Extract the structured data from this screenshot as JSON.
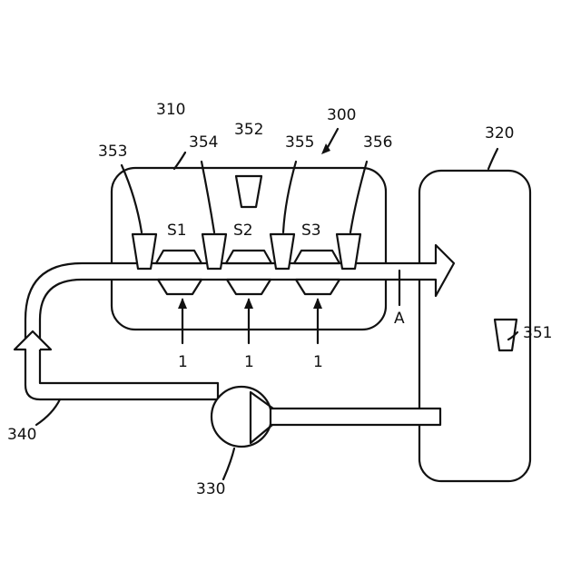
{
  "labels": {
    "ref_300": "300",
    "ref_310": "310",
    "ref_320": "320",
    "ref_330": "330",
    "ref_340": "340",
    "ref_351": "351",
    "ref_352": "352",
    "ref_353": "353",
    "ref_354": "354",
    "ref_355": "355",
    "ref_356": "356",
    "s1": "S1",
    "s2": "S2",
    "s3": "S3",
    "flow_a": "A",
    "input_1a": "1",
    "input_1b": "1",
    "input_1c": "1"
  },
  "colors": {
    "line": "#111111",
    "background": "#ffffff"
  }
}
